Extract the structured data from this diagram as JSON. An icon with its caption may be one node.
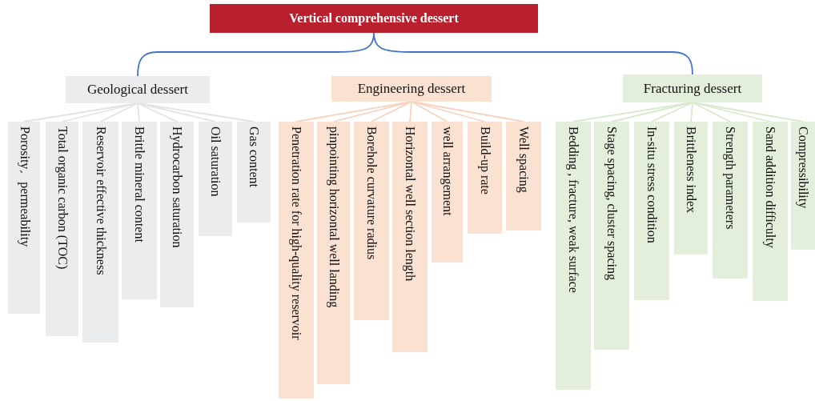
{
  "diagram": {
    "nodes": [
      {
        "text": [
          "Vertical comprehensive dessert"
        ]
      },
      {
        "text": [
          "Geological dessert"
        ]
      },
      {
        "text": [
          "Engineering dessert"
        ]
      },
      {
        "text": [
          "Fracturing dessert"
        ]
      },
      {
        "text": [
          "Porosity、permeability"
        ]
      },
      {
        "text": [
          "Total organic carbon (TOC)"
        ]
      },
      {
        "text": [
          "Reservoir effective thickness"
        ]
      },
      {
        "text": [
          "Brittle mineral content"
        ]
      },
      {
        "text": [
          "Hydrocarbon saturation"
        ]
      },
      {
        "text": [
          "Oil saturation"
        ]
      },
      {
        "text": [
          "Gas content"
        ]
      },
      {
        "text": [
          "Penetration rate for high-quality reservoir"
        ]
      },
      {
        "text": [
          "pinpointing horizontal well landing"
        ]
      },
      {
        "text": [
          "Borehole curvature radius"
        ]
      },
      {
        "text": [
          "Horizontal well section length"
        ]
      },
      {
        "text": [
          "well arrangement"
        ]
      },
      {
        "text": [
          "Build-up rate"
        ]
      },
      {
        "text": [
          "Well spacing"
        ]
      },
      {
        "text": [
          "Bedding , fracture, weak surface"
        ]
      },
      {
        "text": [
          "Stage spacing, cluster spacing"
        ]
      },
      {
        "text": [
          "In-situ stress condition"
        ]
      },
      {
        "text": [
          "Brittleness index"
        ]
      },
      {
        "text": [
          "Strength parameters"
        ]
      },
      {
        "text": [
          "Sand addition difficulty"
        ]
      },
      {
        "text": [
          "Compressibility"
        ]
      }
    ],
    "edges": [
      {
        "from": 0,
        "to": 1,
        "arrow": "none",
        "color": "#4472c4"
      },
      {
        "from": 0,
        "to": 3,
        "arrow": "none",
        "color": "#4472c4"
      },
      {
        "from": 1,
        "to": 4,
        "arrow": "none",
        "color": "#e2e3e5"
      },
      {
        "from": 1,
        "to": 5,
        "arrow": "none",
        "color": "#e2e3e5"
      },
      {
        "from": 1,
        "to": 6,
        "arrow": "none",
        "color": "#e2e3e5"
      },
      {
        "from": 1,
        "to": 7,
        "arrow": "none",
        "color": "#e2e3e5"
      },
      {
        "from": 1,
        "to": 8,
        "arrow": "none",
        "color": "#e2e3e5"
      },
      {
        "from": 1,
        "to": 9,
        "arrow": "none",
        "color": "#e2e3e5"
      },
      {
        "from": 1,
        "to": 10,
        "arrow": "none",
        "color": "#e2e3e5"
      },
      {
        "from": 2,
        "to": 11,
        "arrow": "none",
        "color": "#f7d3bf"
      },
      {
        "from": 2,
        "to": 12,
        "arrow": "none",
        "color": "#f7d3bf"
      },
      {
        "from": 2,
        "to": 13,
        "arrow": "none",
        "color": "#f7d3bf"
      },
      {
        "from": 2,
        "to": 14,
        "arrow": "none",
        "color": "#f7d3bf"
      },
      {
        "from": 2,
        "to": 15,
        "arrow": "none",
        "color": "#f7d3bf"
      },
      {
        "from": 2,
        "to": 16,
        "arrow": "none",
        "color": "#f7d3bf"
      },
      {
        "from": 2,
        "to": 17,
        "arrow": "none",
        "color": "#f7d3bf"
      },
      {
        "from": 3,
        "to": 18,
        "arrow": "none",
        "color": "#d8e9cc"
      },
      {
        "from": 3,
        "to": 19,
        "arrow": "none",
        "color": "#d8e9cc"
      },
      {
        "from": 3,
        "to": 20,
        "arrow": "none",
        "color": "#d8e9cc"
      },
      {
        "from": 3,
        "to": 21,
        "arrow": "none",
        "color": "#d8e9cc"
      },
      {
        "from": 3,
        "to": 22,
        "arrow": "none",
        "color": "#d8e9cc"
      },
      {
        "from": 3,
        "to": 23,
        "arrow": "none",
        "color": "#d8e9cc"
      },
      {
        "from": 3,
        "to": 24,
        "arrow": "none",
        "color": "#d8e9cc"
      }
    ]
  }
}
